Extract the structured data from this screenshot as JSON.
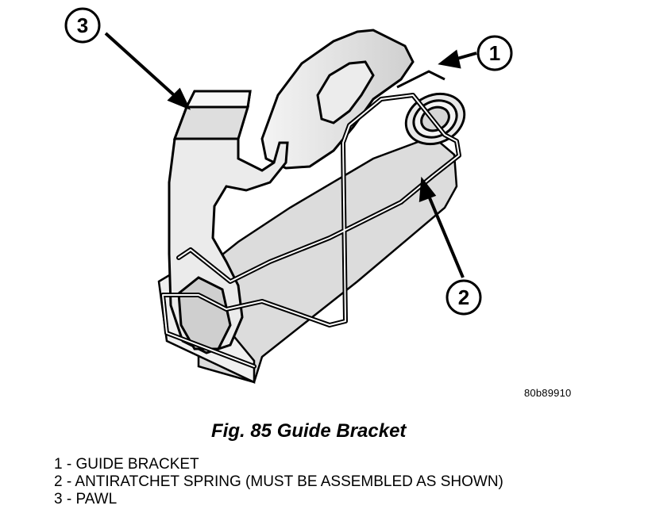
{
  "diagram": {
    "callouts": [
      {
        "number": "1"
      },
      {
        "number": "2"
      },
      {
        "number": "3"
      }
    ],
    "figure_id": "80b89910"
  },
  "caption": "Fig. 85 Guide Bracket",
  "legend": [
    "1 - GUIDE BRACKET",
    "2 - ANTIRATCHET SPRING (MUST BE ASSEMBLED AS SHOWN)",
    "3 - PAWL"
  ]
}
